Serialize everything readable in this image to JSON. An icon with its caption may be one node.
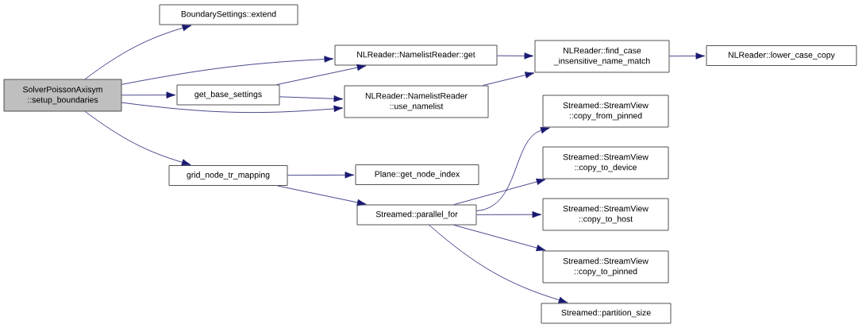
{
  "diagram": {
    "nodes": [
      {
        "text": [
          "SolverPoissonAxisym ::setup_boundaries"
        ]
      },
      {
        "text": [
          "BoundarySettings::extend"
        ]
      },
      {
        "text": [
          "get_base_settings"
        ]
      },
      {
        "text": [
          "grid_node_tr_mapping"
        ]
      },
      {
        "text": [
          "NLReader::NamelistReader::get"
        ]
      },
      {
        "text": [
          "NLReader::NamelistReader ::use_namelist"
        ]
      },
      {
        "text": [
          "Plane::get_node_index"
        ]
      },
      {
        "text": [
          "Streamed::parallel_for"
        ]
      },
      {
        "text": [
          "NLReader::find_case _insensitive_name_match"
        ]
      },
      {
        "text": [
          "NLReader::lower_case_copy"
        ]
      },
      {
        "text": [
          "Streamed::StreamView ::copy_from_pinned"
        ]
      },
      {
        "text": [
          "Streamed::StreamView ::copy_to_device"
        ]
      },
      {
        "text": [
          "Streamed::StreamView ::copy_to_host"
        ]
      },
      {
        "text": [
          "Streamed::StreamView ::copy_to_pinned"
        ]
      },
      {
        "text": [
          "Streamed::partition_size"
        ]
      }
    ],
    "edges": [
      {
        "from": 0,
        "to": 1,
        "arrow": "to"
      },
      {
        "from": 0,
        "to": 4,
        "arrow": "to"
      },
      {
        "from": 0,
        "to": 2,
        "arrow": "to"
      },
      {
        "from": 0,
        "to": 5,
        "arrow": "to"
      },
      {
        "from": 0,
        "to": 3,
        "arrow": "to"
      },
      {
        "from": 2,
        "to": 4,
        "arrow": "to"
      },
      {
        "from": 2,
        "to": 5,
        "arrow": "to"
      },
      {
        "from": 4,
        "to": 8,
        "arrow": "to"
      },
      {
        "from": 5,
        "to": 8,
        "arrow": "to"
      },
      {
        "from": 8,
        "to": 9,
        "arrow": "to"
      },
      {
        "from": 3,
        "to": 6,
        "arrow": "to"
      },
      {
        "from": 3,
        "to": 7,
        "arrow": "to"
      },
      {
        "from": 7,
        "to": 10,
        "arrow": "to"
      },
      {
        "from": 7,
        "to": 11,
        "arrow": "to"
      },
      {
        "from": 7,
        "to": 12,
        "arrow": "to"
      },
      {
        "from": 7,
        "to": 13,
        "arrow": "to"
      },
      {
        "from": 7,
        "to": 14,
        "arrow": "to"
      }
    ]
  }
}
